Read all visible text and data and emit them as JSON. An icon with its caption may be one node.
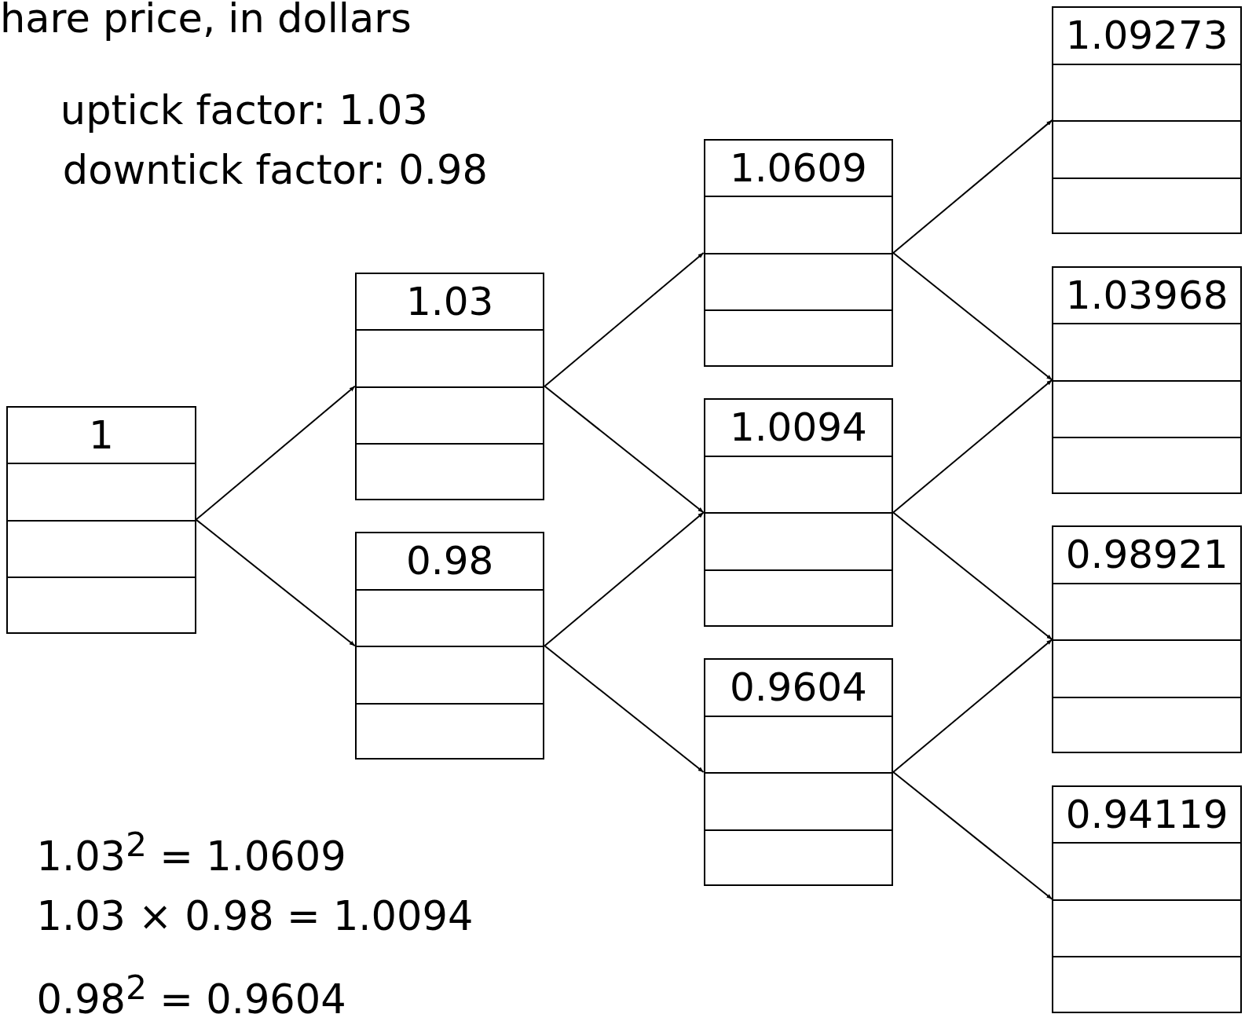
{
  "diagram": {
    "nodes": [
      {
        "text": [
          "1"
        ]
      },
      {
        "text": [
          "1.03"
        ]
      },
      {
        "text": [
          "0.98"
        ]
      },
      {
        "text": [
          "1.0609"
        ]
      },
      {
        "text": [
          "1.0094"
        ]
      },
      {
        "text": [
          "0.9604"
        ]
      },
      {
        "text": [
          "1.09273"
        ]
      },
      {
        "text": [
          "1.03968"
        ]
      },
      {
        "text": [
          "0.98921"
        ]
      },
      {
        "text": [
          "0.94119"
        ]
      }
    ],
    "edges": [
      {
        "from": 0,
        "to": 1,
        "arrow": "to"
      },
      {
        "from": 0,
        "to": 2,
        "arrow": "to"
      },
      {
        "from": 1,
        "to": 3,
        "arrow": "to"
      },
      {
        "from": 1,
        "to": 4,
        "arrow": "to"
      },
      {
        "from": 2,
        "to": 4,
        "arrow": "to"
      },
      {
        "from": 2,
        "to": 5,
        "arrow": "to"
      },
      {
        "from": 3,
        "to": 6,
        "arrow": "to"
      },
      {
        "from": 3,
        "to": 7,
        "arrow": "to"
      },
      {
        "from": 4,
        "to": 7,
        "arrow": "to"
      },
      {
        "from": 4,
        "to": 8,
        "arrow": "to"
      },
      {
        "from": 5,
        "to": 8,
        "arrow": "to"
      },
      {
        "from": 5,
        "to": 9,
        "arrow": "to"
      }
    ],
    "labels": [
      "hare price, in dollars",
      "uptick factor: 1.03",
      "downtick factor: 0.98",
      "1.03$^{2}$ = 1.0609",
      "1.03 × 0.98 = 1.0094",
      "0.98$^{2}$ = 0.9604"
    ]
  }
}
